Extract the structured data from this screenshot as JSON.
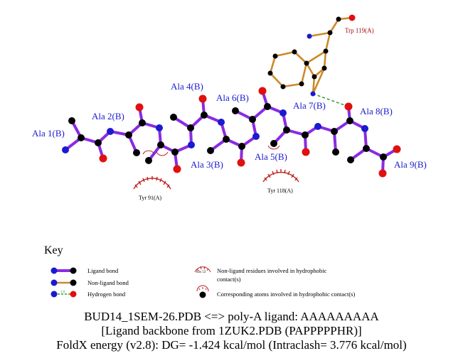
{
  "ligand_residues": [
    "Ala 1(B)",
    "Ala 2(B)",
    "Ala 3(B)",
    "Ala 4(B)",
    "Ala 5(B)",
    "Ala 6(B)",
    "Ala 7(B)",
    "Ala 8(B)",
    "Ala 9(B)"
  ],
  "nonligand_residues": {
    "trp": "Trp 119(A)",
    "tyr91": "Tyr 91(A)",
    "tyr118": "Tyr 118(A)"
  },
  "colors": {
    "ligand_bond": "#8a2be2",
    "nonligand_bond": "#cc8a2a",
    "hbond": "#2e9a2e",
    "carbon": "#000000",
    "nitrogen": "#1a1ad0",
    "oxygen": "#e01010",
    "hydrophobic": "#c02020"
  },
  "key": {
    "title": "Key",
    "ligand_bond": "Ligand bond",
    "nonligand_bond": "Non-ligand bond",
    "hydrogen_bond": "Hydrogen bond",
    "hbond_length": "3.0",
    "nonligand_residues_example": "His 53",
    "nonligand_residues_line1": "Non-ligand residues involved in hydrophobic",
    "nonligand_residues_line2": "contact(s)",
    "corresponding_atoms": "Corresponding atoms involved in hydrophobic contact(s)"
  },
  "caption": {
    "line1": "BUD14_1SEM-26.PDB <=> poly-A ligand: AAAAAAAAA",
    "line2": "[Ligand backbone from 1ZUK2.PDB (PAPPPPPHR)]",
    "line3": "FoldX energy (v2.8): DG= -1.424 kcal/mol (Intraclash= 3.776 kcal/mol)"
  }
}
